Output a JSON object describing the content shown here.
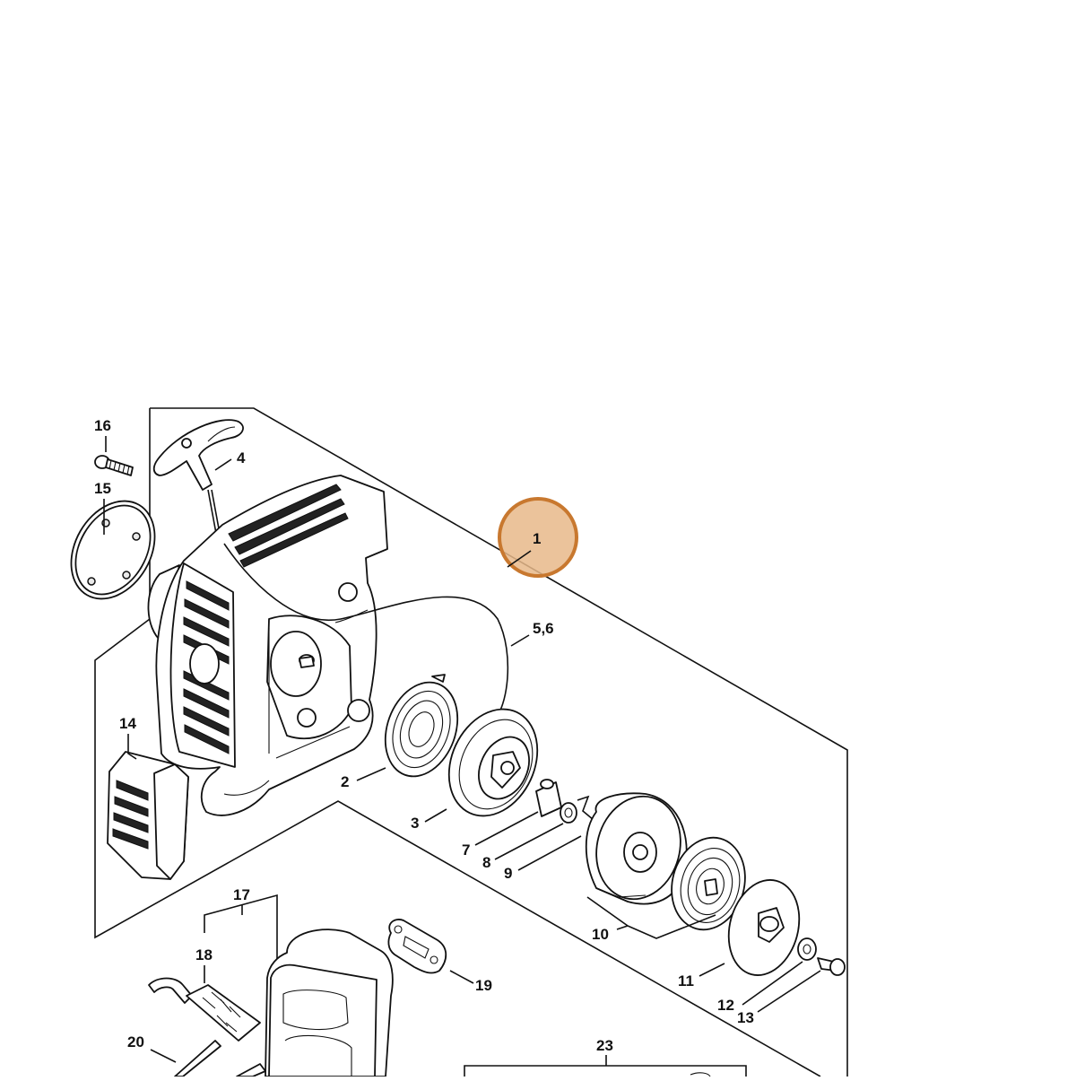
{
  "diagram": {
    "callouts": {
      "c1": "1",
      "c2": "2",
      "c3": "3",
      "c4": "4",
      "c56": "5,6",
      "c7": "7",
      "c8": "8",
      "c9": "9",
      "c10": "10",
      "c11": "11",
      "c12": "12",
      "c13": "13",
      "c14": "14",
      "c15": "15",
      "c16": "16",
      "c17": "17",
      "c18": "18",
      "c19": "19",
      "c20": "20",
      "c23": "23"
    },
    "highlight": {
      "label": "1",
      "color": "#e8b98a",
      "ring_color": "#c8782f"
    }
  }
}
